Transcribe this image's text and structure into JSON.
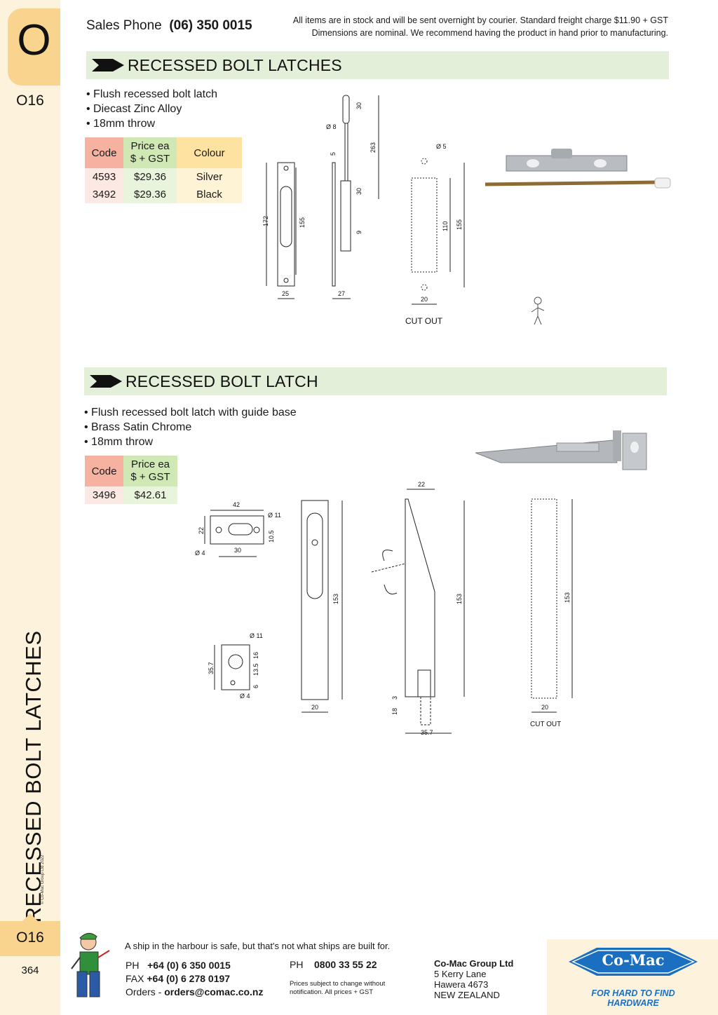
{
  "sidebar": {
    "letter": "O",
    "page_code_top": "O16",
    "vertical_title": "RECESSED BOLT LATCHES",
    "copyright": "© Co-Mac Group Ltd 2022",
    "page_code_bottom": "O16",
    "page_number": "364"
  },
  "header": {
    "sales_label": "Sales Phone",
    "sales_phone": "(06) 350 0015",
    "notice_line1": "All items are in stock and will be sent overnight by courier. Standard freight charge $11.90 + GST",
    "notice_line2": "Dimensions are nominal. We recommend having the product in hand prior to manufacturing."
  },
  "section1": {
    "title": "RECESSED BOLT LATCHES",
    "bullets": [
      "Flush recessed bolt latch",
      "Diecast Zinc Alloy",
      "18mm throw"
    ],
    "table": {
      "headers": [
        "Code",
        "Price ea",
        "$ + GST",
        "Colour"
      ],
      "rows": [
        {
          "code": "4593",
          "price": "$29.36",
          "colour": "Silver"
        },
        {
          "code": "3492",
          "price": "$29.36",
          "colour": "Black"
        }
      ]
    },
    "drawing": {
      "dims": [
        "172",
        "155",
        "25",
        "Ø 8",
        "30",
        "263",
        "30",
        "9",
        "27",
        "5",
        "Ø 5",
        "110",
        "155",
        "20"
      ],
      "cutout_label": "CUT OUT"
    }
  },
  "section2": {
    "title": "RECESSED BOLT LATCH",
    "bullets": [
      "Flush recessed bolt latch with guide base",
      "Brass Satin Chrome",
      "18mm throw"
    ],
    "table": {
      "headers": [
        "Code",
        "Price ea",
        "$ + GST"
      ],
      "rows": [
        {
          "code": "3496",
          "price": "$42.61"
        }
      ]
    },
    "drawing": {
      "dims": [
        "42",
        "Ø 11",
        "22",
        "10.5",
        "Ø 4",
        "30",
        "Ø 11",
        "35.7",
        "16",
        "13.5",
        "6",
        "Ø 4",
        "153",
        "20",
        "22",
        "153",
        "3",
        "18",
        "35.7",
        "153",
        "20"
      ],
      "cutout_label": "CUT OUT"
    }
  },
  "footer": {
    "motto": "A ship in the harbour is safe, but that's not what ships are built for.",
    "ph_label": "PH",
    "ph_value": "+64 (0) 6 350 0015",
    "fax_label": "FAX",
    "fax_value": "+64 (0) 6 278 0197",
    "orders_label": "Orders -",
    "orders_value": "orders@comac.co.nz",
    "ph2_label": "PH",
    "ph2_value": "0800 33 55 22",
    "disclaimer_line1": "Prices subject to change without",
    "disclaimer_line2": "notification. All prices + GST",
    "company": "Co-Mac Group Ltd",
    "address1": "5 Kerry Lane",
    "address2": "Hawera 4673",
    "address3": "NEW ZEALAND",
    "logo_text": "Co-Mac",
    "tagline": "FOR HARD TO FIND HARDWARE",
    "brand_color": "#1b6fc0"
  }
}
